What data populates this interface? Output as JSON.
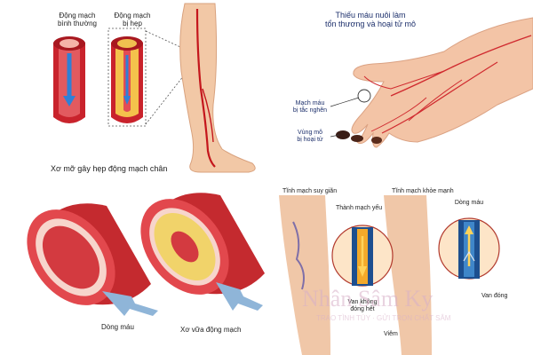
{
  "panel_artery_leg": {
    "label_normal": "Động mạch\nbình thường",
    "label_narrowed": "Động mạch\nbị hẹp",
    "caption": "Xơ mỡ gây hẹp động mạch chân"
  },
  "panel_hand": {
    "title": "Thiếu máu nuôi làm\ntổn thương và hoại tử mô",
    "label_blocked": "Mạch máu\nbị tắc nghẽn",
    "label_necrosis": "Vùng mô\nbị hoại tử"
  },
  "panel_vessel_cross": {
    "label_blood_flow": "Dòng máu",
    "label_atherosclerosis": "Xơ vữa động mạch"
  },
  "panel_varicose": {
    "label_varicose": "Tĩnh mạch suy giãn",
    "label_weak_wall": "Thành mạch yếu",
    "label_valve_fail": "Van không\nđóng hết",
    "label_inflammation": "Viêm",
    "label_healthy": "Tĩnh mạch khỏe mạnh",
    "label_flow": "Dòng máu",
    "label_valve_closed": "Van đóng"
  },
  "watermark": {
    "brand": "Nhân Sâm Ky",
    "slogan": "TRAO TÌNH TÙY · GỬI TRỌN CHẤT SÂM"
  }
}
